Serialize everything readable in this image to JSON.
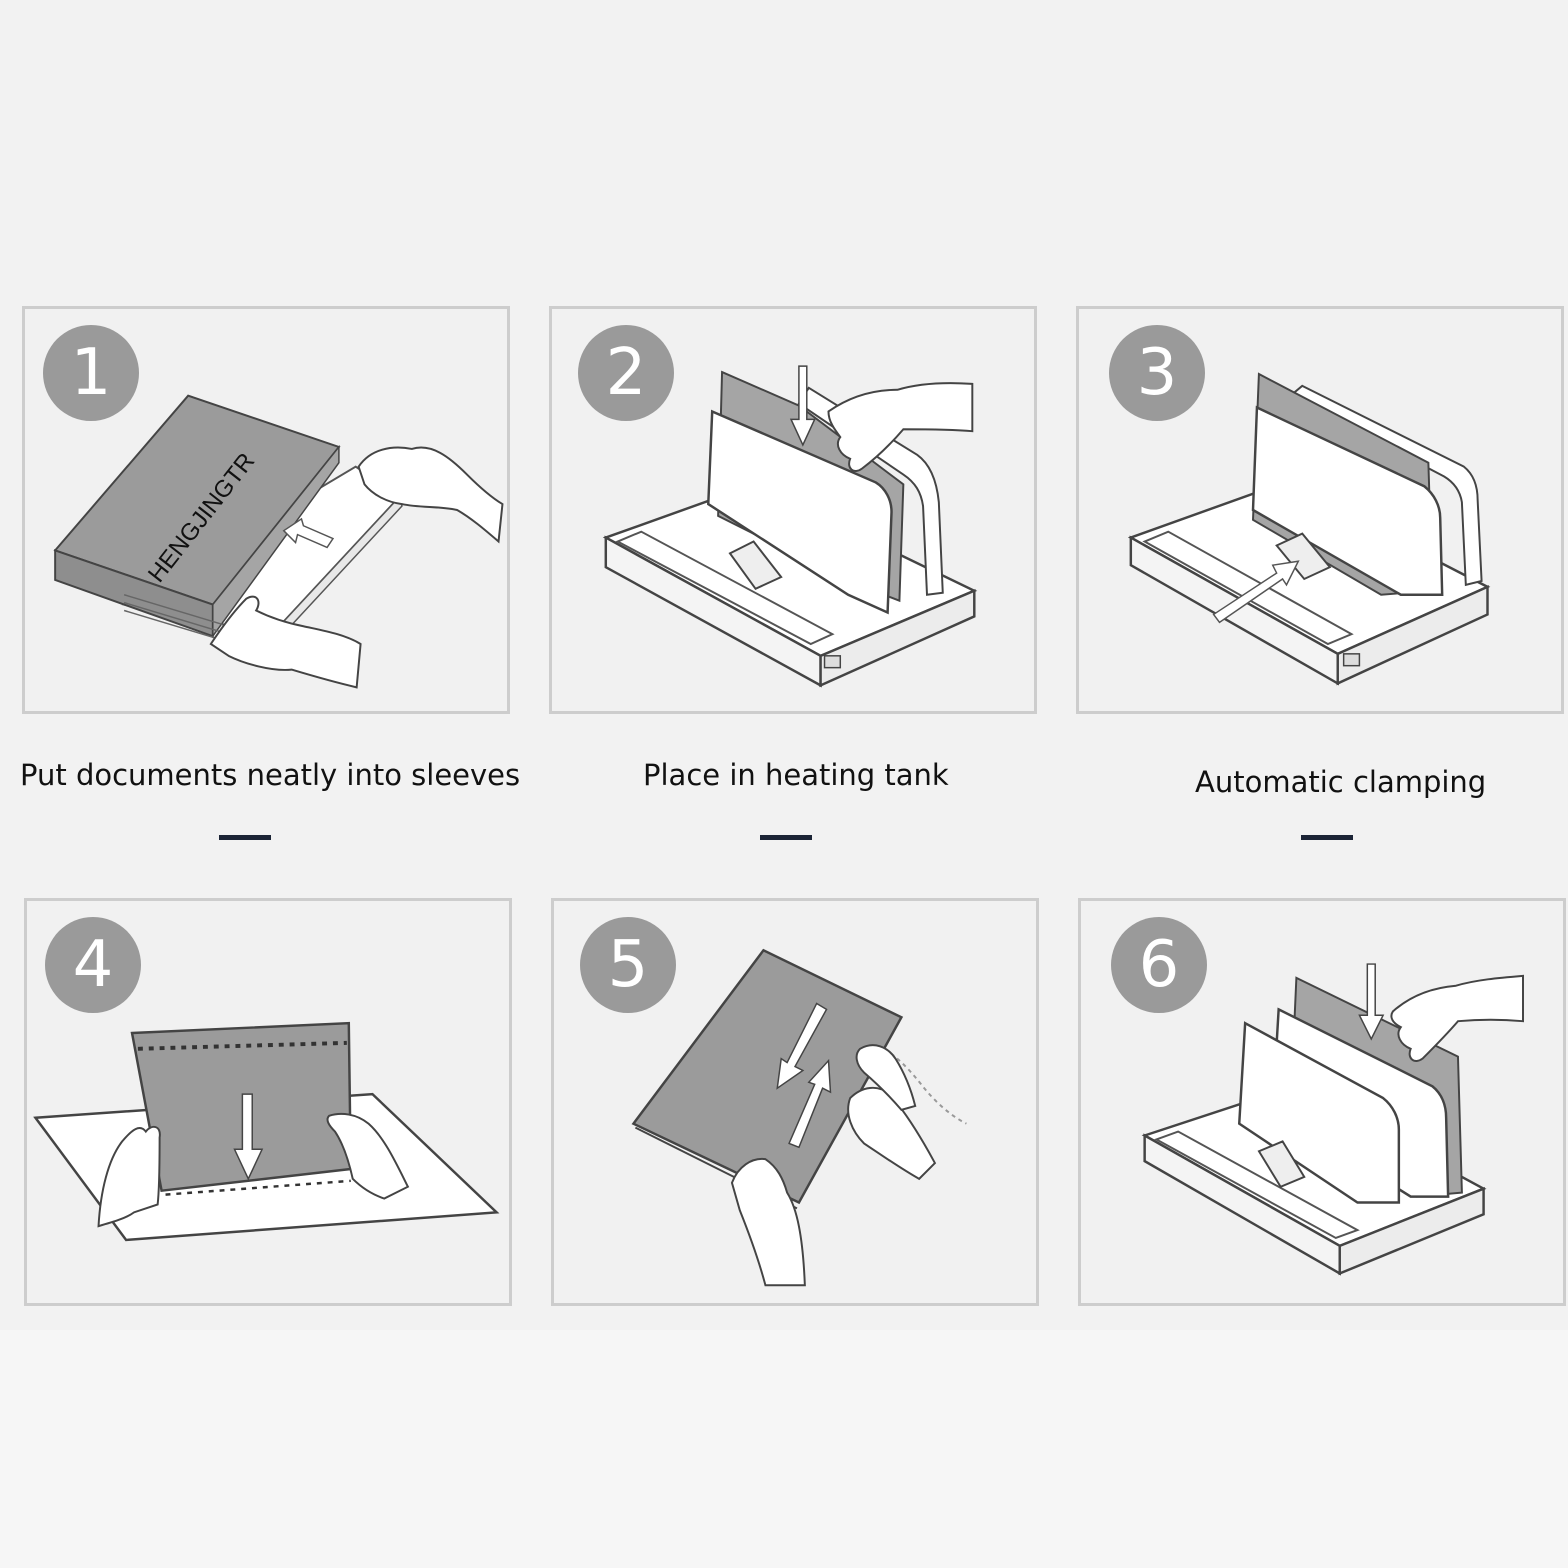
{
  "steps": [
    {
      "number": "1",
      "caption": "Put documents neatly into sleeves",
      "brand": "HENGJINGTR"
    },
    {
      "number": "2",
      "caption": "Place in heating tank"
    },
    {
      "number": "3",
      "caption": "Automatic clamping"
    },
    {
      "number": "4"
    },
    {
      "number": "5"
    },
    {
      "number": "6"
    }
  ],
  "colors": {
    "background": "#f2f2f2",
    "panel_border": "#cdcdcd",
    "badge": "#9a9a9a",
    "cover_gray": "#9b9b9b",
    "dash": "#1c2436"
  }
}
